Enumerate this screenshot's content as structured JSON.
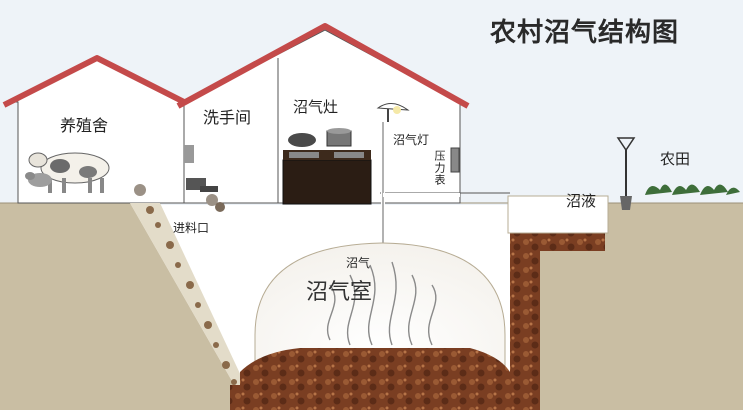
{
  "title": "农村沼气结构图",
  "labels": {
    "livestock_shed": "养殖舍",
    "washroom": "洗手间",
    "stove": "沼气灶",
    "lamp": "沼气灯",
    "pressure_gauge": "压力表",
    "farmland": "农田",
    "inlet": "进料口",
    "gas": "沼气",
    "chamber": "沼气室",
    "slurry": "沼液"
  },
  "colors": {
    "sky": "#eaf1f7",
    "ground": "#c9bea3",
    "roof": "#c44a4a",
    "wall": "#ffffff",
    "stove_body": "#2b1d14",
    "sludge": "#7a3e22",
    "pipe": "#ffffff"
  }
}
